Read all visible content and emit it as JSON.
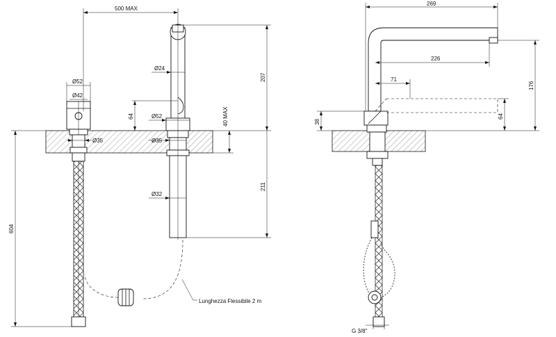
{
  "dimensions": {
    "front": {
      "reach_max": "500 MAX",
      "dia_52_top": "52",
      "dia_42": "42",
      "dia_24": "24",
      "dia_52_mid": "52",
      "height_64": "64",
      "deck_40_max": "40 MAX",
      "height_207": "207",
      "dia_35_left": "35",
      "dia_35_right": "35",
      "height_211": "211",
      "dia_32": "32",
      "height_604": "604"
    },
    "side": {
      "width_269": "269",
      "width_226": "226",
      "width_71": "71",
      "height_176": "176",
      "height_38": "38",
      "height_64": "64",
      "thread": "G 3/8\""
    }
  },
  "notes": {
    "hose_length": "Lunghezza Flessibile 2 m"
  },
  "symbols": {
    "diameter": "Ø"
  }
}
